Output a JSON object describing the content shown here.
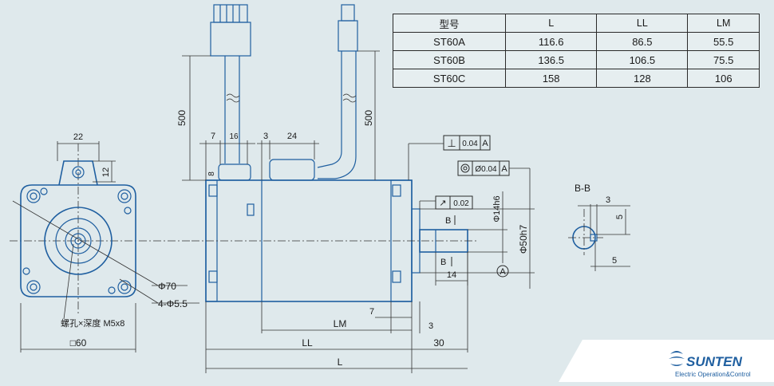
{
  "table": {
    "headers": [
      "型号",
      "L",
      "LL",
      "LM"
    ],
    "rows": [
      [
        "ST60A",
        "116.6",
        "86.5",
        "55.5"
      ],
      [
        "ST60B",
        "136.5",
        "106.5",
        "75.5"
      ],
      [
        "ST60C",
        "158",
        "128",
        "106"
      ]
    ]
  },
  "front_view": {
    "dim_top": "22",
    "dim_side": "12",
    "phi70": "Φ70",
    "holes": "4-Φ5.5",
    "screw": "螺孔×深度 M5x8",
    "square": "□60"
  },
  "side_view": {
    "cable_len_left": "500",
    "cable_len_right": "500",
    "dim_7": "7",
    "dim_16": "16",
    "dim_3": "3",
    "dim_24": "24",
    "dim_8": "8",
    "perp_tol": "0.04",
    "perp_datum": "A",
    "conc_tol": "Ø0.04",
    "conc_datum": "A",
    "runout_tol": "0.02",
    "shaft_dia": "Φ14h6",
    "pilot_dia": "Φ50h7",
    "section_mark_top": "B",
    "section_mark_bottom": "B",
    "shaft_key": "14",
    "datum_a": "A",
    "dim_lm": "LM",
    "dim_7b": "7",
    "dim_3b": "3",
    "dim_ll": "LL",
    "dim_30": "30",
    "dim_l": "L"
  },
  "section": {
    "title": "B-B",
    "dim_3": "3",
    "dim_5a": "5",
    "dim_5b": "5"
  },
  "logo": {
    "brand": "SUNTEN",
    "tagline": "Electric Operation&Control",
    "color": "#1f5fa0"
  }
}
